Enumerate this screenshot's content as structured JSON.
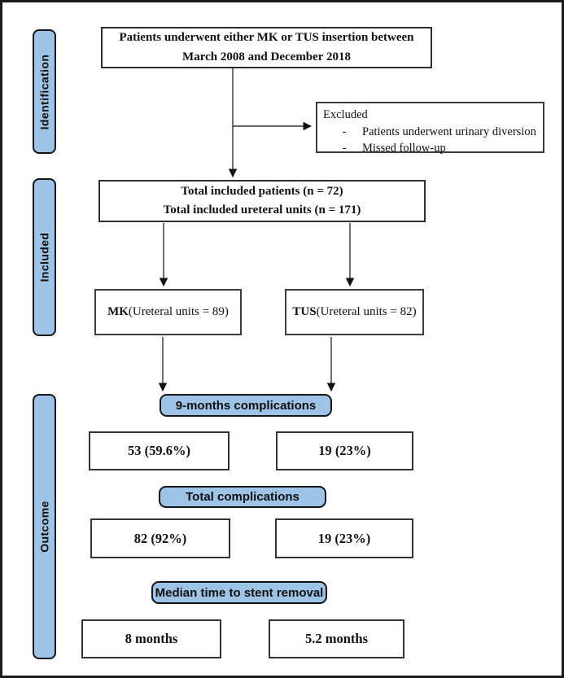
{
  "palette": {
    "accent_blue": "#9dc3e6",
    "line_color": "#333333",
    "border_color": "#1b1b1b"
  },
  "stages": {
    "identification": "Identification",
    "included": "Included",
    "outcome": "Outcome"
  },
  "boxes": {
    "top": {
      "line1": "Patients underwent either MK or TUS insertion between",
      "line2": "March 2008 and December 2018"
    },
    "excluded": {
      "title": "Excluded",
      "bullet": "-",
      "items": [
        "Patients underwent urinary diversion",
        "Missed follow-up"
      ]
    },
    "total": {
      "line1": "Total included patients (n = 72)",
      "line2": "Total included ureteral units (n = 171)"
    },
    "mk": {
      "name": "MK",
      "detail": " (Ureteral units = 89)"
    },
    "tus": {
      "name": "TUS",
      "detail": " (Ureteral units = 82)"
    }
  },
  "bars": {
    "nine_months": "9-months complications",
    "total_complications": "Total complications",
    "median_time": "Median time to stent removal"
  },
  "results": {
    "mk_nine_months": "53 (59.6%)",
    "tus_nine_months": "19 (23%)",
    "mk_total": "82 (92%)",
    "tus_total": "19 (23%)",
    "mk_median": "8 months",
    "tus_median": "5.2 months"
  }
}
